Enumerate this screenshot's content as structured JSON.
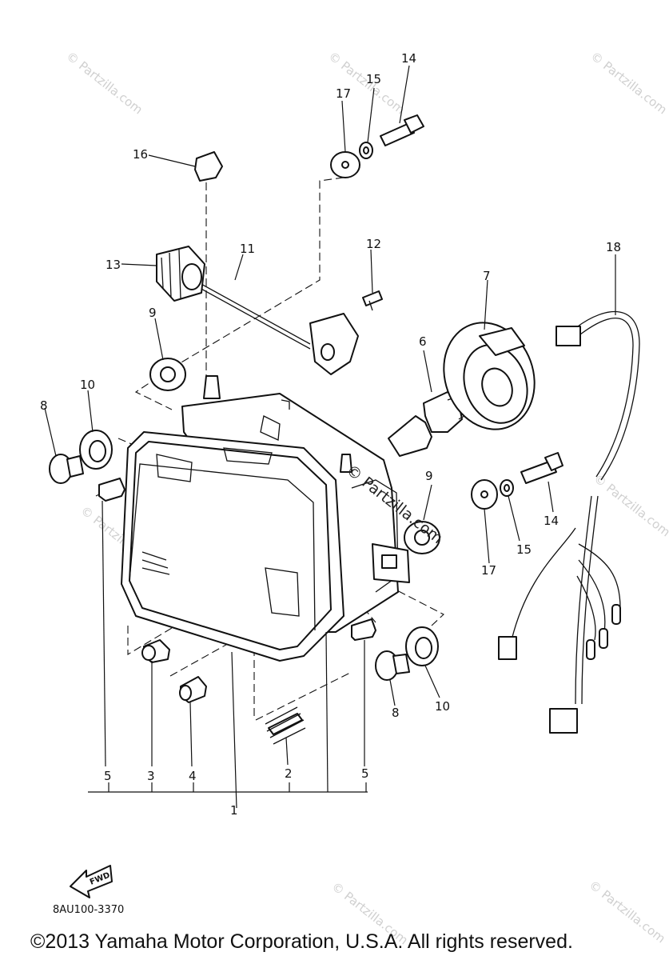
{
  "callouts": {
    "c1": "1",
    "c2": "2",
    "c3": "3",
    "c4": "4",
    "c5a": "5",
    "c5b": "5",
    "c6": "6",
    "c7": "7",
    "c8a": "8",
    "c8b": "8",
    "c9a": "9",
    "c9b": "9",
    "c10a": "10",
    "c10b": "10",
    "c11": "11",
    "c12": "12",
    "c13": "13",
    "c14a": "14",
    "c14b": "14",
    "c15a": "15",
    "c15b": "15",
    "c16": "16",
    "c17a": "17",
    "c17b": "17",
    "c18": "18"
  },
  "fwd_label": "FWD",
  "diagram_code": "8AU100-3370",
  "copyright": "©2013 Yamaha Motor Corporation, U.S.A. All rights reserved.",
  "watermark": "© Partzilla.com",
  "watermark_center": "© Partzilla.com"
}
